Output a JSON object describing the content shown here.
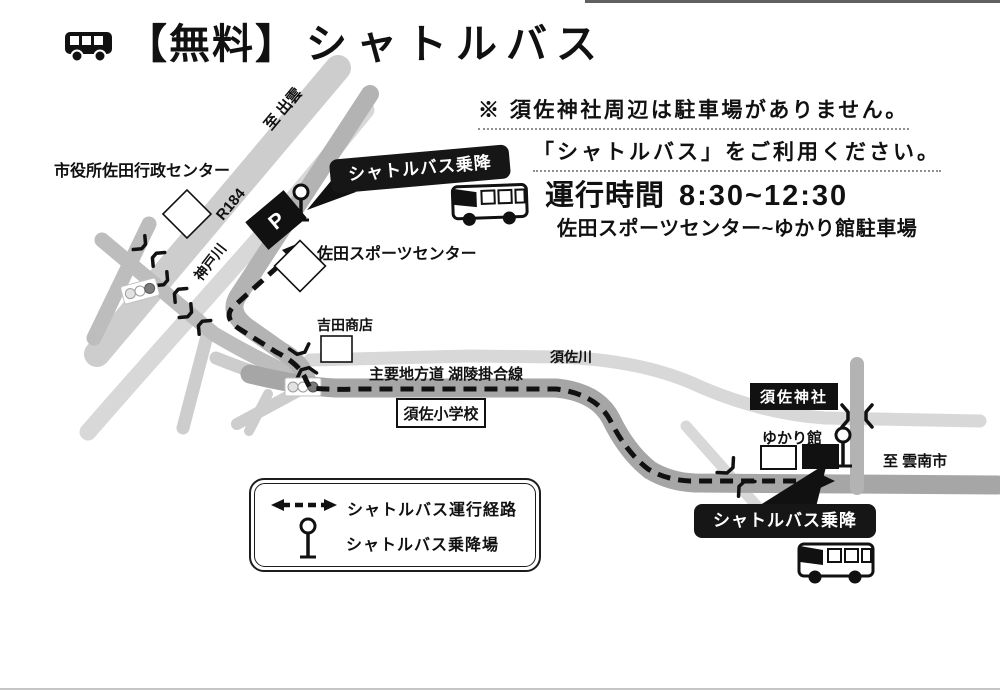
{
  "title": {
    "prefix": "【無料】",
    "name": "シャトルバス"
  },
  "notice": {
    "warning": "※ 須佐神社周辺は駐車場がありません。",
    "instruction": "「シャトルバス」をご利用ください。",
    "hours_label": "運行時間",
    "hours_value": "8:30~12:30",
    "route_desc": "佐田スポーツセンター~ゆかり館駐車場"
  },
  "map": {
    "labels": {
      "city_office": "市役所佐田行政センター",
      "to_izumo": "至 出雲",
      "route_r184": "R184",
      "kando_river": "神戸川",
      "sports_center": "佐田スポーツセンター",
      "yoshida_shop": "吉田商店",
      "main_road": "主要地方道  湖陵掛合線",
      "susa_river": "須佐川",
      "susa_elementary": "須佐小学校",
      "susa_shrine": "須佐神社",
      "yukari_kan": "ゆかり館",
      "to_unnan": "至  雲南市",
      "parking_p": "P"
    },
    "badge": {
      "text": "シャトルバス乗降場"
    },
    "legend": {
      "route": "シャトルバス運行経路",
      "stop": "シャトルバス乗降場"
    },
    "colors": {
      "road_main": "#a6a6a6",
      "road_mid": "#b3b3b3",
      "road_minor": "#bdbdbd",
      "road_light": "#cdcdcd",
      "river": "#d8d8d8",
      "route": "#111111",
      "badge_bg": "#161616",
      "badge_text": "#ffffff"
    }
  }
}
